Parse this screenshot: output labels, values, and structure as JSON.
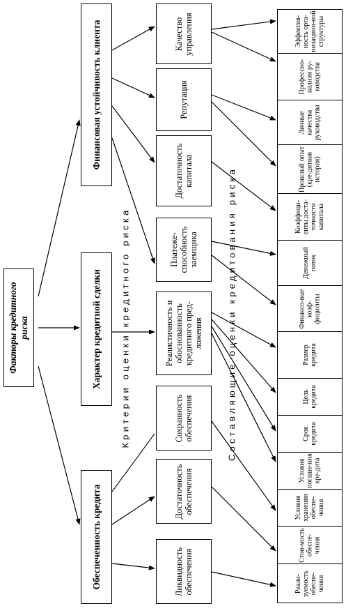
{
  "root": "Факторы кредитного риска",
  "level1": [
    "Финансовая устойчивость клиента",
    "Характер кредитной сделки",
    "Обеспеченность кредита"
  ],
  "level2": [
    "Качество управления",
    "Репутация",
    "Достаточность капитала",
    "Платеже-способность заемщика",
    "Реалистичность и обоснованность кредитного пред-ложения",
    "Сохранность обеспечения",
    "Достаточность обеспечения",
    "Ликвидность обеспечения"
  ],
  "level3": [
    "Эффектив-ность орга-низацион-ной структуры",
    "Профессио-нализм ру-ководства",
    "Личные качества руководства",
    "Прошлый опыт (кре-дитная история)",
    "Коэффици-енты доста-точности капитала",
    "Денежный поток",
    "Финансо-вые коэф-фициенты",
    "Размер кредита",
    "Цель кредита",
    "Срок кредита",
    "Условия погаше-ния кре-дита",
    "Условия хранения обеспе-чения",
    "Стои-мость обеспе-чения",
    "Реали-зуемость обеспе-чения"
  ],
  "side_labels": {
    "criteria": "Критерии оценки кредитного риска",
    "components": "Составляющие оценки кредитования риска"
  }
}
